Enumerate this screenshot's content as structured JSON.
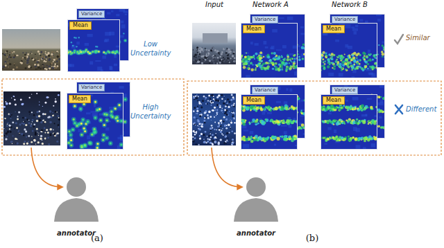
{
  "diagram": {
    "nodes": [
      {
        "text": [
          "Variance"
        ]
      },
      {
        "text": [
          "Mean"
        ]
      },
      {
        "text": [
          "Variance"
        ]
      },
      {
        "text": [
          "Mean"
        ]
      },
      {
        "text": [
          "annotator"
        ]
      },
      {
        "text": [
          "Variance"
        ]
      },
      {
        "text": [
          "Mean"
        ]
      },
      {
        "text": [
          "Variance"
        ]
      },
      {
        "text": [
          "Mean"
        ]
      },
      {
        "text": [
          "Variance"
        ]
      },
      {
        "text": [
          "Mean"
        ]
      },
      {
        "text": [
          "Variance"
        ]
      },
      {
        "text": [
          "Mean"
        ]
      },
      {
        "text": [
          "annotator"
        ]
      }
    ],
    "labels": [
      "Low Uncertainty",
      "High Uncertainty",
      "(a)",
      "Input",
      "Network A",
      "Network B",
      "Similar",
      "Different",
      "(b)"
    ]
  }
}
